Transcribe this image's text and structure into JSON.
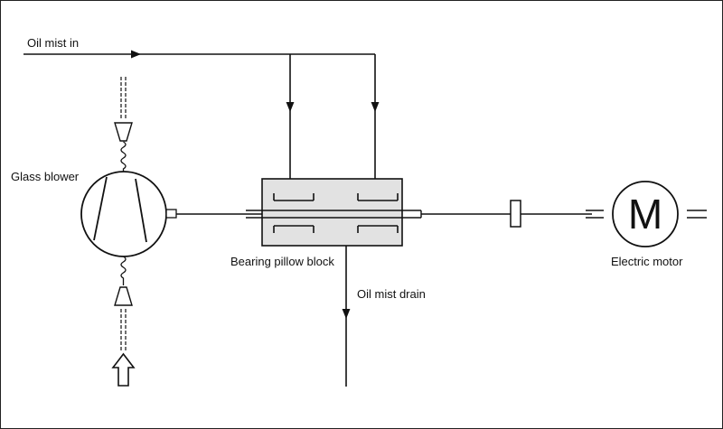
{
  "labels": {
    "oil_mist_in": "Oil mist in",
    "glass_blower": "Glass blower",
    "bearing_pillow_block": "Bearing pillow block",
    "oil_mist_drain": "Oil mist drain",
    "electric_motor": "Electric motor"
  },
  "colors": {
    "line": "#111111",
    "block_fill": "#e2e2e2",
    "background": "#ffffff"
  },
  "icons": {
    "motor_symbol": "M",
    "inlet_arrow": "hollow-up-arrow-icon",
    "flow_arrows": "arrowhead-icon"
  }
}
